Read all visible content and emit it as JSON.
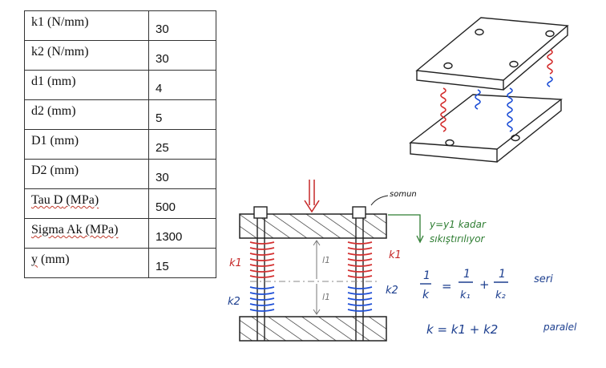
{
  "table": {
    "rows": [
      {
        "label": "k1 (N/mm)",
        "value": "30"
      },
      {
        "label": "k2 (N/mm)",
        "value": "30"
      },
      {
        "label": "d1 (mm)",
        "value": "4"
      },
      {
        "label": "d2 (mm)",
        "value": "5"
      },
      {
        "label": "D1 (mm)",
        "value": "25"
      },
      {
        "label": "D2 (mm)",
        "value": "30"
      },
      {
        "label_main": "Tau D",
        "label_unit": " (MPa)",
        "value": "500"
      },
      {
        "label_main": "Sigma Ak",
        "label_unit": " (MPa)",
        "value": "1300"
      },
      {
        "label_main": "y",
        "label_unit": " (mm)",
        "value": "15"
      }
    ]
  },
  "sketch": {
    "nut_label": "somun",
    "compress_note_line1": "y=y1 kadar",
    "compress_note_line2": "sıkıştırılıyor",
    "k1_left": "k1",
    "k2_left": "k2",
    "k1_right": "k1",
    "k2_right": "k2",
    "l1_top": "l1",
    "l1_bottom": "l1",
    "series_label": "seri",
    "parallel_formula": "k = k1 + k2",
    "parallel_label": "paralel"
  },
  "colors": {
    "spring_k1": "#d32f2f",
    "spring_k2": "#1e4fd6",
    "ink": "#111111",
    "arrow": "#c62828",
    "green": "#2e7d32"
  }
}
